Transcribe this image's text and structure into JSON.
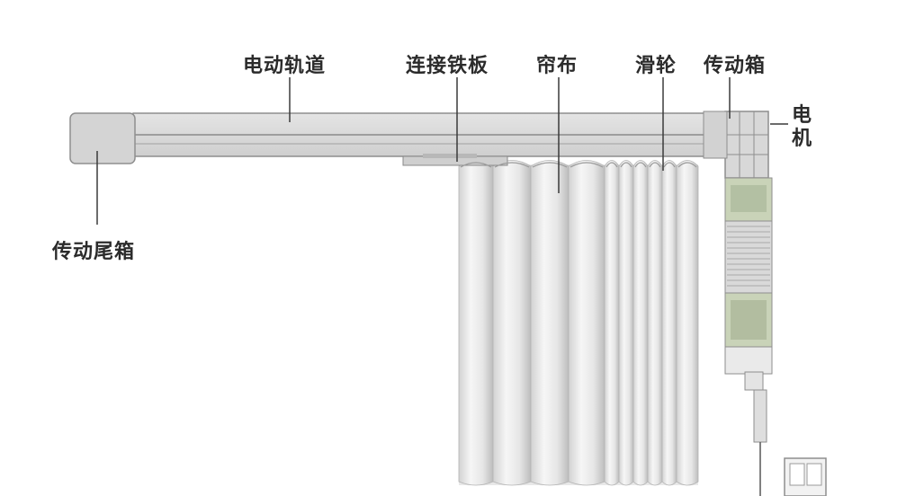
{
  "labels": {
    "track": "电动轨道",
    "connector_plate": "连接铁板",
    "curtain": "帘布",
    "pulley": "滑轮",
    "gearbox": "传动箱",
    "motor": "电机",
    "tail_box": "传动尾箱"
  },
  "colors": {
    "rail": "#dcdcdc",
    "rail_edge": "#8e8e8e",
    "curtain": "#ececec",
    "label": "#2b2b2b"
  }
}
